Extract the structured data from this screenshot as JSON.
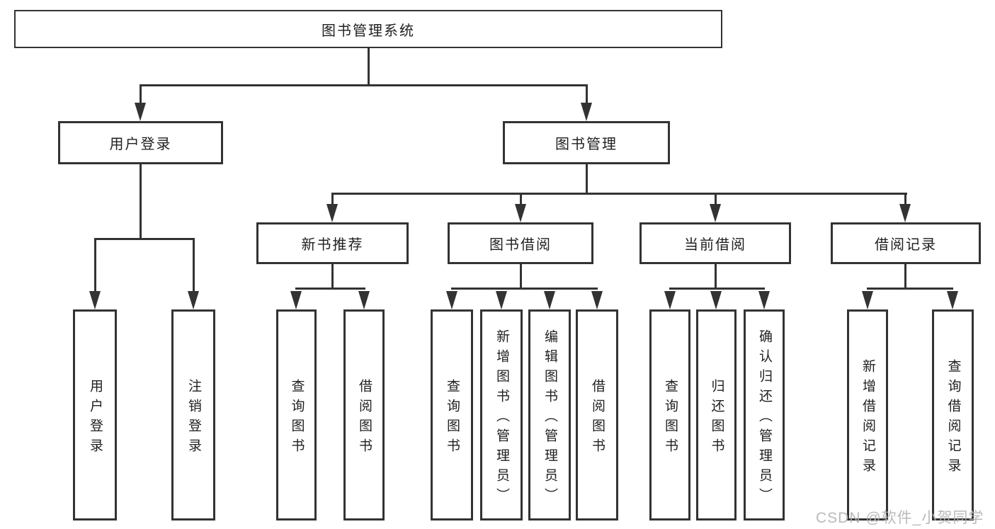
{
  "diagram_title": "图书管理系统",
  "nodes": {
    "root": "图书管理系统",
    "level2": {
      "user_login": "用户登录",
      "book_mgmt": "图书管理"
    },
    "level3": {
      "new_book_rec": "新书推荐",
      "book_borrow": "图书借阅",
      "current_borrow": "当前借阅",
      "borrow_record": "借阅记录"
    },
    "leaves": {
      "user_login": "用户登录",
      "logout": "注销登录",
      "nbr_query_books": "查询图书",
      "nbr_borrow_books": "借阅图书",
      "bb_query_books": "查询图书",
      "bb_add_books": "新增图书（管理员）",
      "bb_edit_books": "编辑图书（管理员）",
      "bb_borrow_books": "借阅图书",
      "cb_query_books": "查询图书",
      "cb_return_books": "归还图书",
      "cb_confirm_return": "确认归还（管理员）",
      "br_add_record": "新增借阅记录",
      "br_query_record": "查询借阅记录"
    }
  },
  "watermark": "CSDN @软件_小贺同学",
  "colors": {
    "line": "#333333",
    "text": "#1f1f1f",
    "background": "#ffffff",
    "watermark": "#b3b3b3"
  }
}
